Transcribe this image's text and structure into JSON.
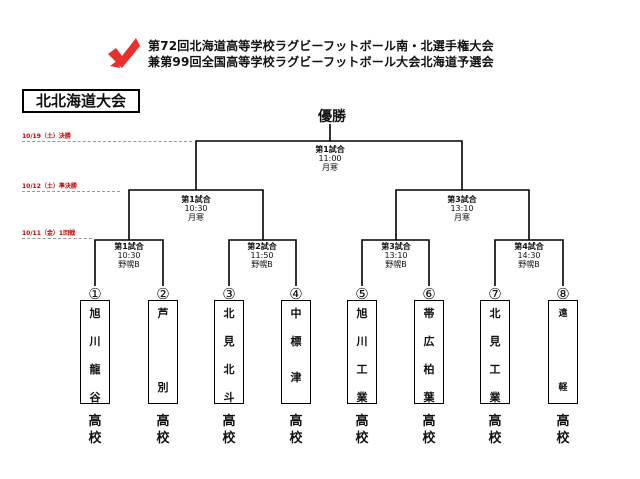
{
  "header": {
    "title_line1": "第72回北海道高等学校ラグビーフットボール南・北選手権大会",
    "title_line2": "兼第99回全国高等学校ラグビーフットボール大会北海道予選会",
    "region": "北北海道大会",
    "logo_icon": "red-check-arrow-logo",
    "accent_color": "#e8302a"
  },
  "rounds": {
    "final": "10/19（土）決勝",
    "semifinal": "10/12（土）準決勝",
    "first": "10/11（金）1回戦"
  },
  "champion": "優勝",
  "matches": {
    "final": {
      "title": "第1試合",
      "time": "11:00",
      "venue": "月寒"
    },
    "semi1": {
      "title": "第1試合",
      "time": "10:30",
      "venue": "月寒"
    },
    "semi2": {
      "title": "第3試合",
      "time": "13:10",
      "venue": "月寒"
    },
    "r1_1": {
      "title": "第1試合",
      "time": "10:30",
      "venue": "野幌B"
    },
    "r1_2": {
      "title": "第2試合",
      "time": "11:50",
      "venue": "野幌B"
    },
    "r1_3": {
      "title": "第3試合",
      "time": "13:10",
      "venue": "野幌B"
    },
    "r1_4": {
      "title": "第4試合",
      "time": "14:30",
      "venue": "野幌B"
    }
  },
  "teams": [
    {
      "num": "①",
      "chars": [
        "旭",
        "川",
        "龍",
        "谷"
      ],
      "suffix": [
        "高",
        "校"
      ]
    },
    {
      "num": "②",
      "chars": [
        "芦",
        "",
        "",
        "別"
      ],
      "suffix": [
        "高",
        "校"
      ]
    },
    {
      "num": "③",
      "chars": [
        "北",
        "見",
        "北",
        "斗"
      ],
      "suffix": [
        "高",
        "校"
      ]
    },
    {
      "num": "④",
      "chars": [
        "中",
        "標",
        "津",
        ""
      ],
      "suffix": [
        "高",
        "校"
      ]
    },
    {
      "num": "⑤",
      "chars": [
        "旭",
        "川",
        "工",
        "業"
      ],
      "suffix": [
        "高",
        "校"
      ]
    },
    {
      "num": "⑥",
      "chars": [
        "帯",
        "広",
        "柏",
        "葉"
      ],
      "suffix": [
        "高",
        "校"
      ]
    },
    {
      "num": "⑦",
      "chars": [
        "北",
        "見",
        "工",
        "業"
      ],
      "suffix": [
        "高",
        "校"
      ]
    },
    {
      "num": "⑧",
      "chars": [
        "遠",
        "",
        "軽",
        ""
      ],
      "suffix": [
        "高",
        "校"
      ]
    }
  ]
}
